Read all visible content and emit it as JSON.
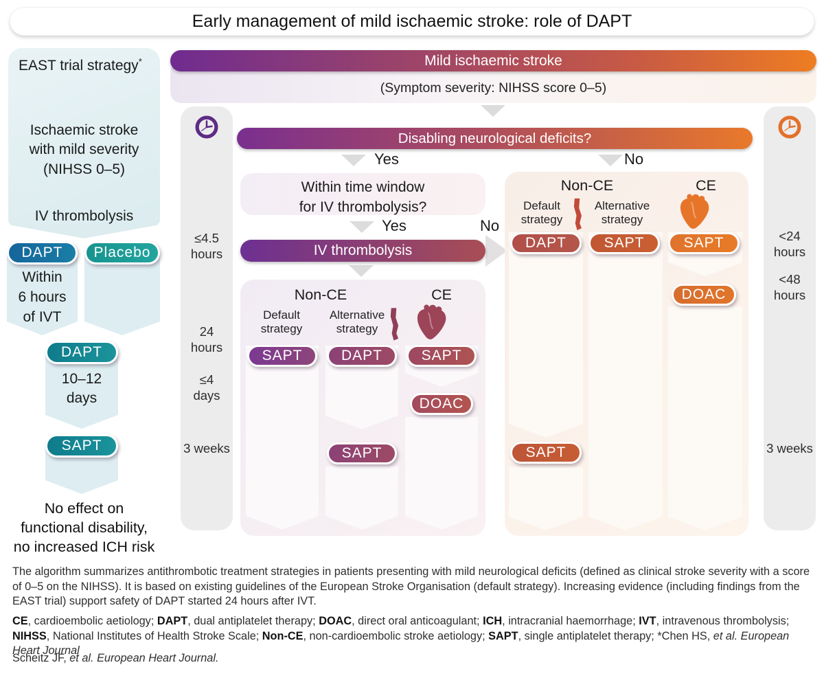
{
  "palette": {
    "gradient_purple": "#6f2b90",
    "gradient_maroon": "#a84e55",
    "gradient_orange": "#ee7d22",
    "east_blue": "#15659b",
    "east_teal": "#17948f",
    "rail_gray": "#ececec",
    "panel_blue": "#dfeef1"
  },
  "title": "Early management of mild ischaemic stroke: role of DAPT",
  "east": {
    "heading": "EAST trial strategy",
    "heading_note": "*",
    "condition": "Ischaemic stroke\nwith mild severity\n(NIHSS 0–5)",
    "ivt": "IV thrombolysis",
    "pill_dapt": "DAPT",
    "pill_placebo": "Placebo",
    "within_ivt": "Within\n6 hours\nof IVT",
    "pill_dapt_2": "DAPT",
    "duration": "10–12\ndays",
    "pill_sapt": "SAPT",
    "outcome": "No effect on\nfunctional disability,\nno increased ICH risk"
  },
  "flow": {
    "banner_top": "Mild ischaemic stroke",
    "banner_top_sub": "(Symptom severity: NIHSS score 0–5)",
    "q_disabling": "Disabling neurological deficits?",
    "label_yes": "Yes",
    "label_no": "No",
    "q_window": "Within time window\nfor IV thrombolysis?",
    "label_yes_2": "Yes",
    "label_no_2": "No",
    "banner_ivt": "IV thrombolysis"
  },
  "group_yes": {
    "header_nonce": "Non-CE",
    "header_ce": "CE",
    "label_default": "Default\nstrategy",
    "label_alternative": "Alternative\nstrategy",
    "pill_default_1": "SAPT",
    "pill_alt_1": "DAPT",
    "pill_ce_1": "SAPT",
    "pill_ce_2": "DOAC",
    "pill_alt_2": "SAPT"
  },
  "group_no": {
    "header_nonce": "Non-CE",
    "header_ce": "CE",
    "label_default": "Default\nstrategy",
    "label_alternative": "Alternative\nstrategy",
    "pill_default_1": "DAPT",
    "pill_alt_1": "SAPT",
    "pill_ce_1": "SAPT",
    "pill_ce_2": "DOAC",
    "pill_default_2": "SAPT"
  },
  "timeline_left": {
    "t1": "≤4.5\nhours",
    "t2": "24\nhours",
    "t3": "≤4\ndays",
    "t4": "3 weeks"
  },
  "timeline_right": {
    "t1": "<24\nhours",
    "t2": "<48\nhours",
    "t3": "3 weeks"
  },
  "footer": {
    "para1": "The algorithm summarizes antithrombotic treatment strategies in patients presenting with mild neurological deficits (defined as clinical stroke severity with a score of 0–5 on the NIHSS). It is based on existing guidelines of the European Stroke Organisation (default strategy). Increasing evidence (including findings from the EAST trial) support safety of DAPT started 24 hours after IVT.",
    "para2": [
      {
        "b": "CE"
      },
      {
        "t": ", cardioembolic aetiology; "
      },
      {
        "b": "DAPT"
      },
      {
        "t": ", dual antiplatelet therapy; "
      },
      {
        "b": "DOAC"
      },
      {
        "t": ", direct oral anticoagulant; "
      },
      {
        "b": "ICH"
      },
      {
        "t": ", intracranial haemorrhage; "
      },
      {
        "b": "IVT"
      },
      {
        "t": ", intravenous thrombolysis; "
      },
      {
        "b": "NIHSS"
      },
      {
        "t": ", National Institutes of Health Stroke Scale; "
      },
      {
        "b": "Non-CE"
      },
      {
        "t": ", non-cardioembolic stroke aetiology; "
      },
      {
        "b": "SAPT"
      },
      {
        "t": ", single antiplatelet therapy; *Chen HS, "
      },
      {
        "i": "et al. European Heart Journal"
      }
    ],
    "para3": [
      {
        "t": "Scheitz JF, "
      },
      {
        "i": "et al. European Heart Journal."
      }
    ]
  }
}
